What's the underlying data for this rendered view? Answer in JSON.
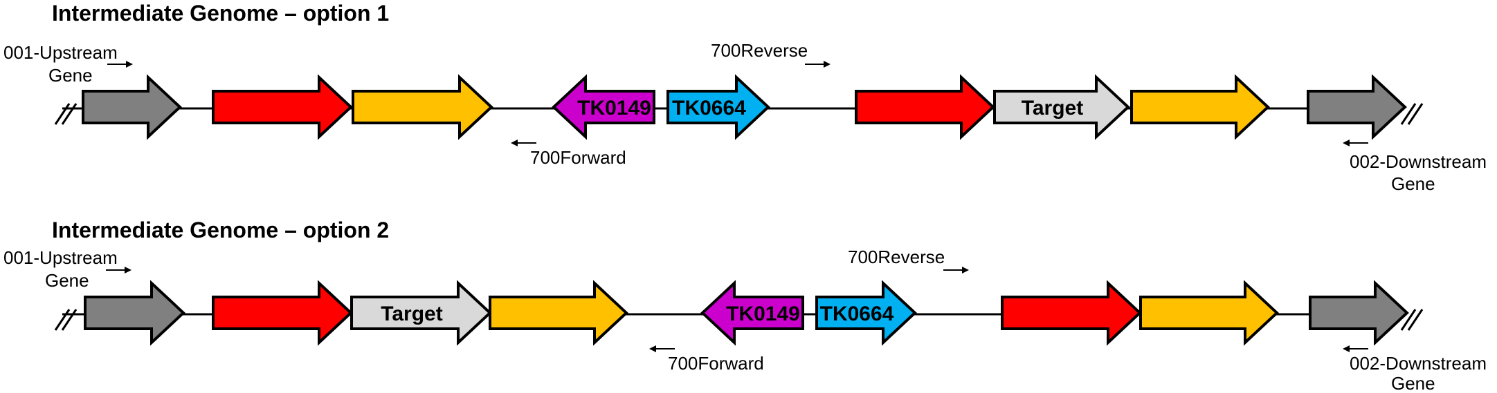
{
  "colors": {
    "gray": "#808080",
    "red": "#ff0000",
    "yellow": "#ffc000",
    "magenta": "#cc00cc",
    "blue": "#00b0f0",
    "light_gray": "#d9d9d9",
    "outline": "#000000"
  },
  "panels": [
    {
      "title": "Intermediate Genome – option 1",
      "upstream_primer": {
        "line1": "001-Upstream",
        "line2": "Gene"
      },
      "reverse_primer": "700Reverse",
      "forward_primer": "700Forward",
      "downstream_primer": {
        "line1": "002-Downstream",
        "line2": "Gene"
      },
      "genes": [
        {
          "name": "upstream-gene",
          "label": "",
          "color": "gray",
          "direction": "right"
        },
        {
          "name": "red-gene-1",
          "label": "",
          "color": "red",
          "direction": "right"
        },
        {
          "name": "yellow-gene-1",
          "label": "",
          "color": "yellow",
          "direction": "right"
        },
        {
          "name": "tk0149-gene",
          "label": "TK0149",
          "color": "magenta",
          "direction": "left"
        },
        {
          "name": "tk0664-gene",
          "label": "TK0664",
          "color": "blue",
          "direction": "right"
        },
        {
          "name": "red-gene-2",
          "label": "",
          "color": "red",
          "direction": "right"
        },
        {
          "name": "target-gene",
          "label": "Target",
          "color": "light_gray",
          "direction": "right"
        },
        {
          "name": "yellow-gene-2",
          "label": "",
          "color": "yellow",
          "direction": "right"
        },
        {
          "name": "downstream-gene",
          "label": "",
          "color": "gray",
          "direction": "right"
        }
      ]
    },
    {
      "title": "Intermediate Genome – option 2",
      "upstream_primer": {
        "line1": "001-Upstream",
        "line2": "Gene"
      },
      "reverse_primer": "700Reverse",
      "forward_primer": "700Forward",
      "downstream_primer": {
        "line1": "002-Downstream",
        "line2": "Gene"
      },
      "genes": [
        {
          "name": "upstream-gene",
          "label": "",
          "color": "gray",
          "direction": "right"
        },
        {
          "name": "red-gene-1",
          "label": "",
          "color": "red",
          "direction": "right"
        },
        {
          "name": "target-gene",
          "label": "Target",
          "color": "light_gray",
          "direction": "right"
        },
        {
          "name": "yellow-gene-1",
          "label": "",
          "color": "yellow",
          "direction": "right"
        },
        {
          "name": "tk0149-gene",
          "label": "TK0149",
          "color": "magenta",
          "direction": "left"
        },
        {
          "name": "tk0664-gene",
          "label": "TK0664",
          "color": "blue",
          "direction": "right"
        },
        {
          "name": "red-gene-2",
          "label": "",
          "color": "red",
          "direction": "right"
        },
        {
          "name": "yellow-gene-2",
          "label": "",
          "color": "yellow",
          "direction": "right"
        },
        {
          "name": "downstream-gene",
          "label": "",
          "color": "gray",
          "direction": "right"
        }
      ]
    }
  ]
}
